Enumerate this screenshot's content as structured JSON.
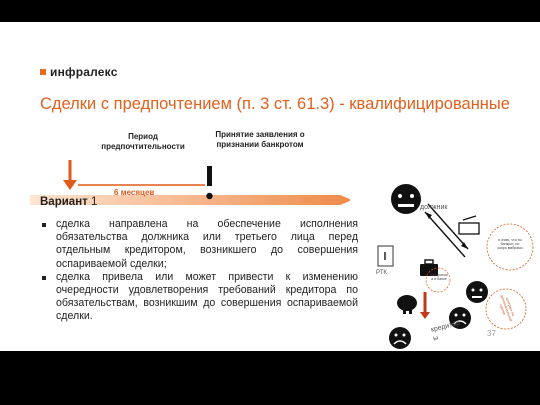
{
  "header": {
    "logo_text": "инфралекс",
    "title": "Сделки с предпочтением (п. 3 ст. 61.3) - квалифицированные"
  },
  "timeline": {
    "period_label_line1": "Период",
    "period_label_line2": "предпочтительности",
    "acceptance_label_line1": "Принятие заявления о",
    "acceptance_label_line2": "признании банкротом",
    "months_label": "6 месяцев"
  },
  "content": {
    "variant_label": "Вариант",
    "variant_number": "1",
    "bullets": [
      "сделка направлена на обеспечение исполнения обязательства должника или третьего лица перед отдельным кредитором, возникшего до совершения оспариваемой сделки;",
      "сделка привела или может привести к изменению очередности удовлетворения требований кредитора по обязательствам, возникшим до совершения оспариваемой сделки."
    ]
  },
  "diagram": {
    "debtor_label": "должник",
    "creditors_label_line1": "кредитор",
    "creditors_label_line2": "ы",
    "ptk_label": "РТК",
    "speech_bubble_line1": "я знаю, что ты",
    "speech_bubble_line2": "банкрот, но",
    "speech_bubble_line3": "скоро вмбрамо",
    "creditor_note_line1": "контракт по",
    "creditor_note_line2": "дополнительной",
    "creditor_note_line3": "сделке",
    "pig_note_line1": "банкротом",
    "pig_note_line2": "а в банке",
    "icons": [
      "boss-face-icon",
      "calculator-icon",
      "briefcase-icon",
      "piggy-bank-icon",
      "money-icon",
      "sad-face-icon"
    ]
  },
  "footer": {
    "page_number": "37"
  },
  "colors": {
    "accent": "#e0601c",
    "timeline_orange": "#f0a070",
    "text": "#222222"
  }
}
